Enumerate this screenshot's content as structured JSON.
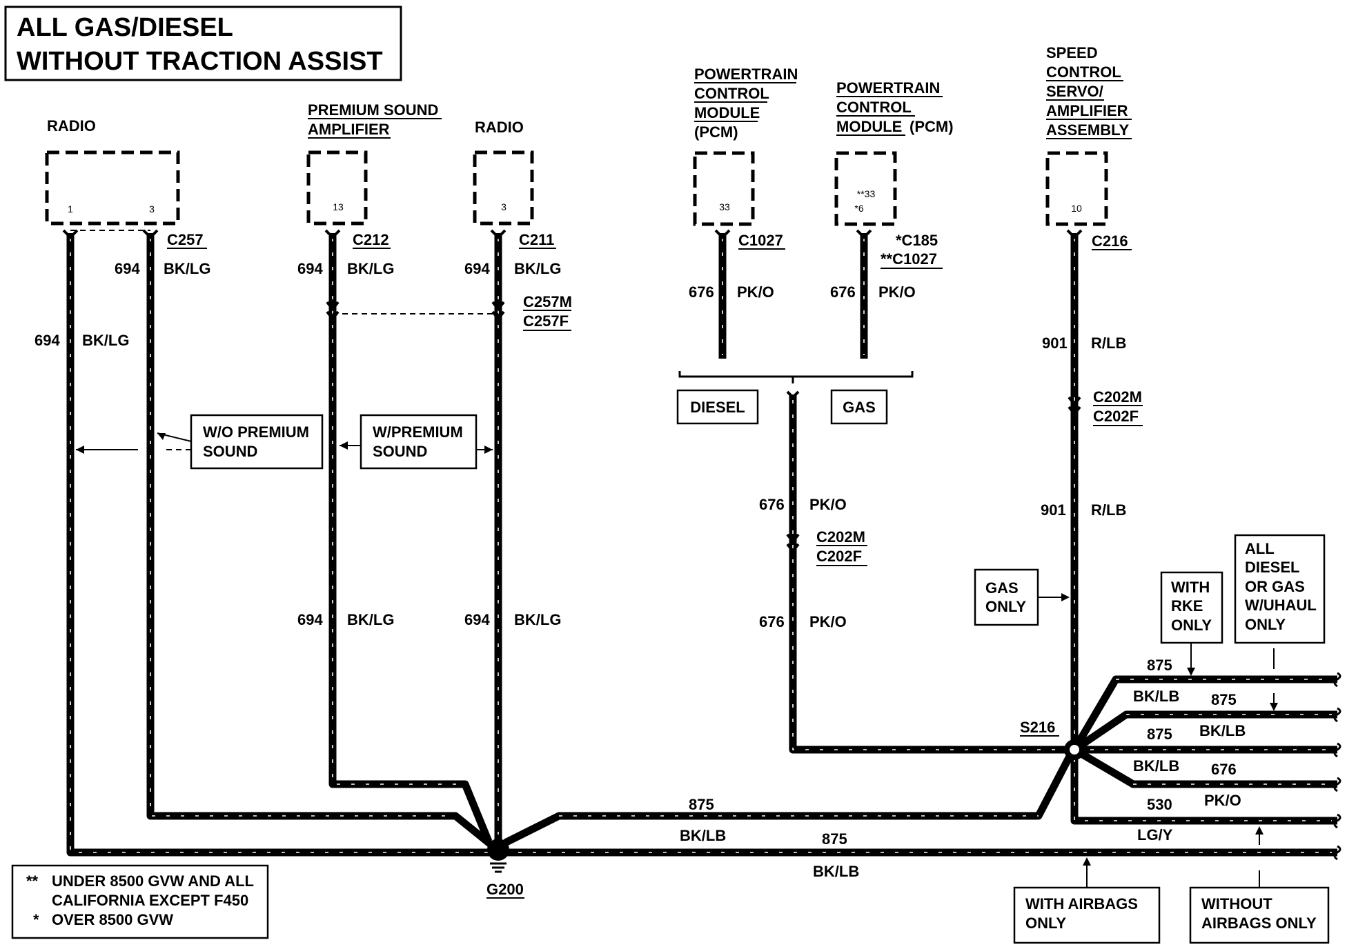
{
  "title": {
    "line1": "ALL GAS/DIESEL",
    "line2": "WITHOUT TRACTION ASSIST"
  },
  "components": {
    "radio_left": {
      "label": "RADIO",
      "pin_a": "1",
      "pin_b": "3",
      "connector": "C257"
    },
    "premium_amp": {
      "line1": "PREMIUM SOUND",
      "line2": "AMPLIFIER",
      "pin": "13",
      "connector": "C212"
    },
    "radio_mid": {
      "label": "RADIO",
      "pin": "3",
      "connector": "C211"
    },
    "pcm_diesel": {
      "line1": "POWERTRAIN",
      "line2": "CONTROL",
      "line3": "MODULE",
      "line4": "(PCM)",
      "pin": "33",
      "connector": "C1027"
    },
    "pcm_gas": {
      "line1": "POWERTRAIN",
      "line2": "CONTROL",
      "line3": "MODULE",
      "line3b": "(PCM)",
      "pin_a": "**33",
      "pin_b": "*6",
      "connector_a": "*C185",
      "connector_b": "**C1027"
    },
    "speed_control": {
      "line1": "SPEED",
      "line2": "CONTROL",
      "line3": "SERVO/",
      "line4": "AMPLIFIER",
      "line5": "ASSEMBLY",
      "pin": "10",
      "connector": "C216"
    }
  },
  "wires": {
    "c694": "694",
    "bklg": "BK/LG",
    "c676": "676",
    "pko": "PK/O",
    "c901": "901",
    "rlb": "R/LB",
    "c875": "875",
    "bklb": "BK/LB",
    "c530": "530",
    "lgy": "LG/Y"
  },
  "connectors": {
    "c257m": "C257M",
    "c257f": "C257F",
    "c202m": "C202M",
    "c202f": "C202F",
    "s216": "S216",
    "g200": "G200"
  },
  "boxes": {
    "wo_premium": {
      "line1": "W/O PREMIUM",
      "line2": "SOUND"
    },
    "w_premium": {
      "line1": "W/PREMIUM",
      "line2": "SOUND"
    },
    "diesel": "DIESEL",
    "gas": "GAS",
    "gas_only": {
      "line1": "GAS",
      "line2": "ONLY"
    },
    "with_rke": {
      "line1": "WITH",
      "line2": "RKE",
      "line3": "ONLY"
    },
    "all_diesel": {
      "line1": "ALL",
      "line2": "DIESEL",
      "line3": "OR GAS",
      "line4": "W/UHAUL",
      "line5": "ONLY"
    },
    "with_airbags": {
      "line1": "WITH AIRBAGS",
      "line2": "ONLY"
    },
    "without_airbags": {
      "line1": "WITHOUT",
      "line2": "AIRBAGS ONLY"
    }
  },
  "legend": {
    "mark1": "**",
    "line1": "UNDER 8500 GVW AND ALL",
    "line1b": "CALIFORNIA EXCEPT F450",
    "mark2": "*",
    "line2": "OVER 8500 GVW"
  }
}
